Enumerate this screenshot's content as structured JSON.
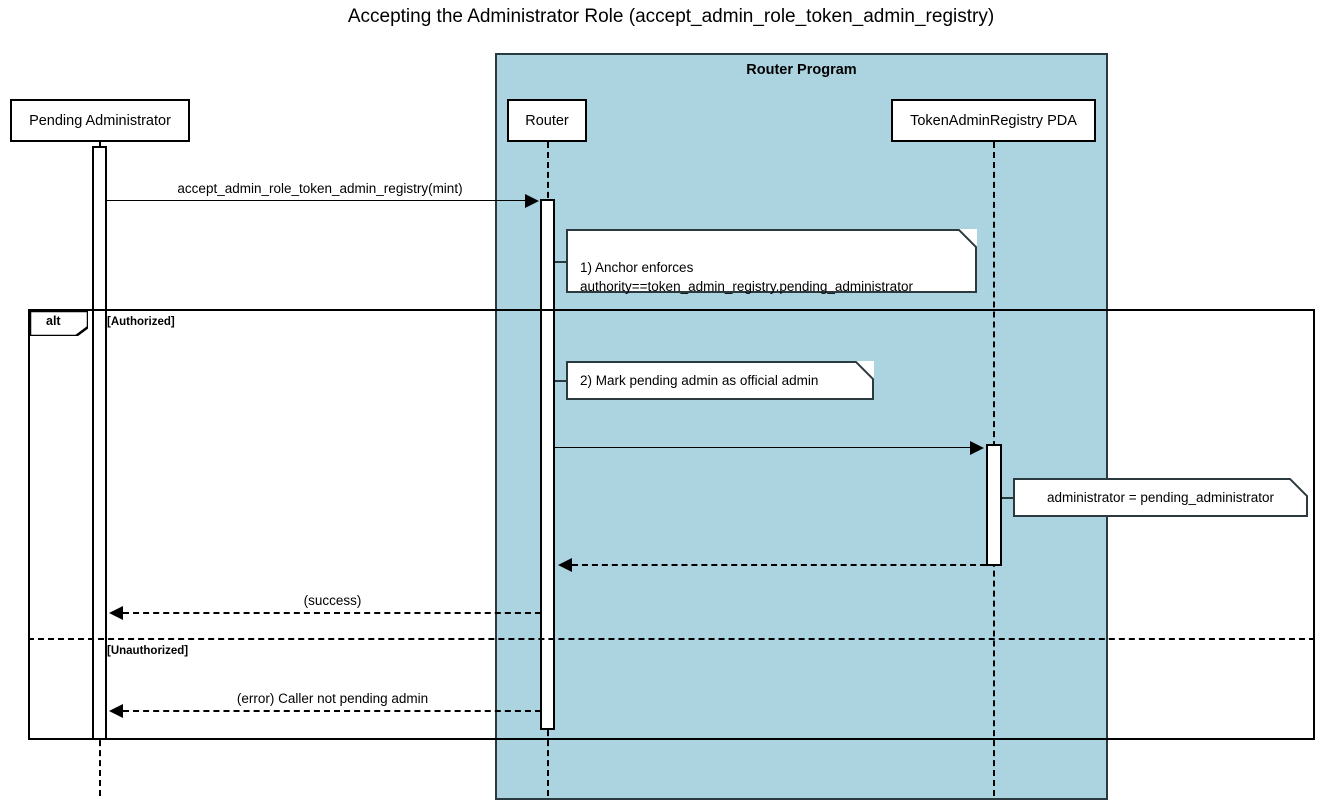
{
  "title": "Accepting the Administrator Role (accept_admin_role_token_admin_registry)",
  "diagram_type": "uml-sequence-diagram",
  "colors": {
    "program_fill": "#ABD3E0",
    "stroke": "#000000",
    "note_fill": "#FFFFFF",
    "background": "#FFFFFF"
  },
  "groups": [
    {
      "name": "router-program",
      "label": "Router Program"
    }
  ],
  "participants": [
    {
      "name": "pending-administrator",
      "label": "Pending Administrator",
      "group": null
    },
    {
      "name": "router",
      "label": "Router",
      "group": "router-program"
    },
    {
      "name": "token-admin-registry-pda",
      "label": "TokenAdminRegistry PDA",
      "group": "router-program"
    }
  ],
  "messages": [
    {
      "name": "msg-accept-admin-role",
      "label": "accept_admin_role_token_admin_registry(mint)",
      "from": "pending-administrator",
      "to": "router",
      "style": "solid",
      "direction": "right"
    },
    {
      "name": "msg-update-registry",
      "label": "",
      "from": "router",
      "to": "token-admin-registry-pda",
      "style": "solid",
      "direction": "right"
    },
    {
      "name": "msg-registry-return",
      "label": "",
      "from": "token-admin-registry-pda",
      "to": "router",
      "style": "dashed",
      "direction": "left"
    },
    {
      "name": "msg-success",
      "label": "(success)",
      "from": "router",
      "to": "pending-administrator",
      "style": "dashed",
      "direction": "left"
    },
    {
      "name": "msg-error",
      "label": "(error) Caller not pending admin",
      "from": "router",
      "to": "pending-administrator",
      "style": "dashed",
      "direction": "left"
    }
  ],
  "notes": [
    {
      "name": "note-anchor-enforces",
      "text": "1) Anchor enforces\nauthority==token_admin_registry.pending_administrator",
      "attached_to": "router"
    },
    {
      "name": "note-mark-pending-admin",
      "text": "2) Mark pending admin as official admin",
      "attached_to": "router"
    },
    {
      "name": "note-administrator-assignment",
      "text": "administrator = pending_administrator",
      "attached_to": "token-admin-registry-pda"
    }
  ],
  "fragment": {
    "name": "alt-fragment",
    "operator": "alt",
    "guards": [
      {
        "name": "guard-authorized",
        "label": "[Authorized]"
      },
      {
        "name": "guard-unauthorized",
        "label": "[Unauthorized]"
      }
    ]
  }
}
